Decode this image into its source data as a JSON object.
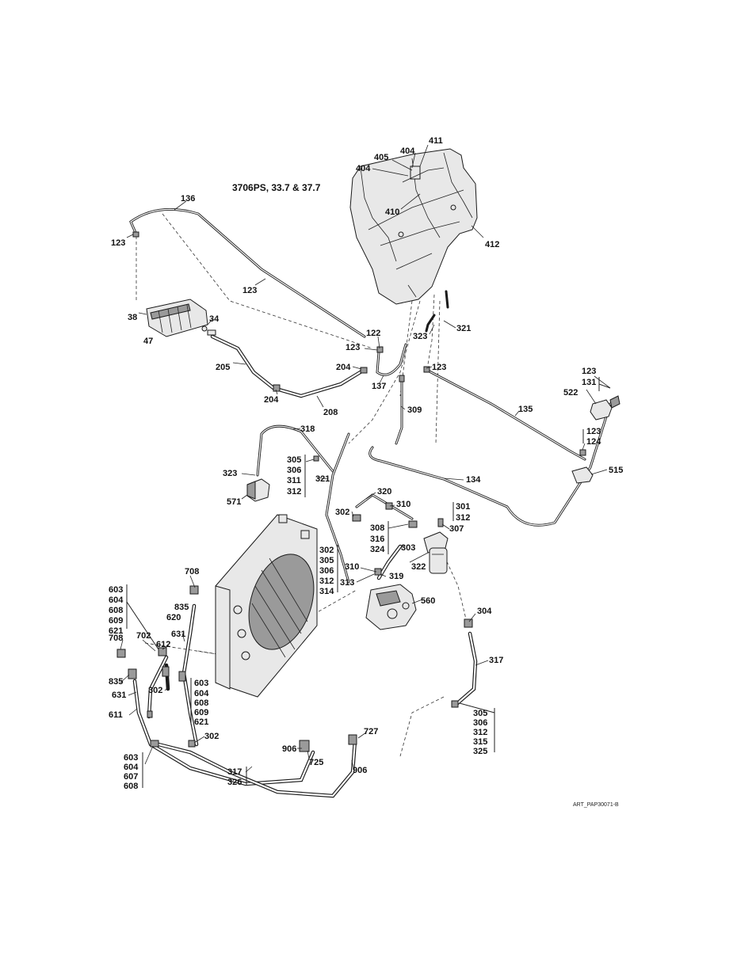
{
  "diagram": {
    "title": "3706PS, 33.7 & 37.7",
    "art_id": "ART_PAP30071-B",
    "labels": [
      "411",
      "404",
      "405",
      "404",
      "410",
      "412",
      "136",
      "123",
      "123",
      "38",
      "34",
      "47",
      "122",
      "123",
      "323",
      "321",
      "205",
      "204",
      "137",
      "204",
      "208",
      "123",
      "123",
      "131",
      "522",
      "135",
      "309",
      "123",
      "124",
      "515",
      "318",
      "134",
      "305",
      "306",
      "311",
      "312",
      "323",
      "321",
      "571",
      "320",
      "302",
      "310",
      "301",
      "312",
      "308",
      "316",
      "324",
      "307",
      "303",
      "302",
      "305",
      "306",
      "312",
      "314",
      "310",
      "322",
      "313",
      "319",
      "708",
      "560",
      "603",
      "604",
      "608",
      "609",
      "621",
      "835",
      "620",
      "631",
      "304",
      "708",
      "702",
      "612",
      "317",
      "835",
      "631",
      "302",
      "603",
      "604",
      "608",
      "609",
      "621",
      "611",
      "305",
      "306",
      "312",
      "315",
      "325",
      "727",
      "302",
      "906",
      "725",
      "906",
      "603",
      "604",
      "607",
      "608",
      "317",
      "326"
    ]
  }
}
